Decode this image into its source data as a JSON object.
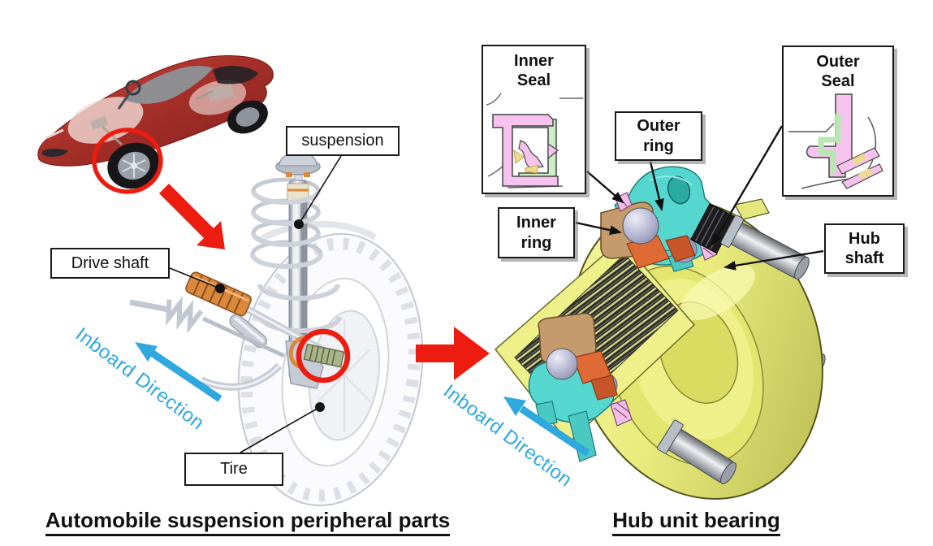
{
  "left": {
    "caption": "Automobile suspension peripheral parts",
    "suspension_label": "suspension",
    "drive_shaft_label": "Drive shaft",
    "tire_label": "Tire",
    "inboard": "Inboard Direction"
  },
  "right": {
    "caption": "Hub unit bearing",
    "inner_seal": {
      "l1": "Inner",
      "l2": "Seal"
    },
    "outer_seal": {
      "l1": "Outer",
      "l2": "Seal"
    },
    "outer_ring": {
      "l1": "Outer",
      "l2": "ring"
    },
    "inner_ring": {
      "l1": "Inner",
      "l2": "ring"
    },
    "hub_shaft": {
      "l1": "Hub",
      "l2": "shaft"
    },
    "inboard": "Inboard Direction"
  },
  "colors": {
    "accent_red": "#ec1c10",
    "accent_blue": "#2fa8e0",
    "hub_yellow": "#e9ec7d",
    "outer_ring_cyan": "#55d6cf",
    "inner_ring_tan": "#c59b6d",
    "cage_orange": "#e06a35",
    "ball_gray": "#b4b6d2",
    "seal_pink": "#f4bce8",
    "seal_green": "#cdeec6"
  }
}
